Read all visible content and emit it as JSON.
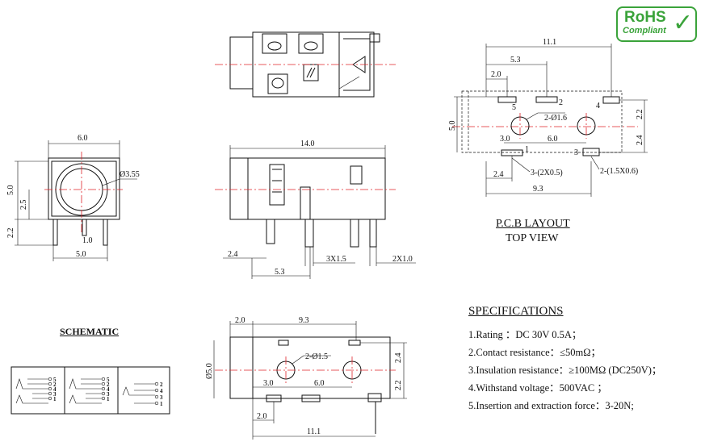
{
  "badge": {
    "main": "RoHS",
    "sub": "Compliant"
  },
  "front_view": {
    "width": "6.0",
    "diameter": "Ø3.55",
    "height": "5.0",
    "center_height": "2.5",
    "pin_length": "2.2",
    "pin_width": "1.0",
    "base_width": "5.0"
  },
  "side_view": {
    "length": "14.0",
    "offset": "2.4",
    "pitch": "5.3",
    "pins_a": "3X1.5",
    "pins_b": "2X1.0"
  },
  "pcb": {
    "total_width": "11.1",
    "dim_5_3": "5.3",
    "dim_2_0": "2.0",
    "height": "5.0",
    "dim_2_2": "2.2",
    "dim_2_4": "2.4",
    "dim_3_0": "3.0",
    "dim_6_0": "6.0",
    "dim_2_4b": "2.4",
    "dim_9_3": "9.3",
    "hole_note": "2-Ø1.6",
    "pad_note_a": "3-(2X0.5)",
    "pad_note_b": "2-(1.5X0.6)",
    "pin1": "1",
    "pin2": "2",
    "pin3": "3",
    "pin4": "4",
    "pin5": "5",
    "title": "P.C.B LAYOUT",
    "subtitle": "TOP VIEW"
  },
  "bottom_view": {
    "dim_2_0": "2.0",
    "dim_9_3": "9.3",
    "hole_note": "2-Ø1.5",
    "diameter": "Ø5.0",
    "dim_2_4": "2.4",
    "dim_2_2": "2.2",
    "dim_3_0": "3.0",
    "dim_6_0": "6.0",
    "dim_2_0b": "2.0",
    "dim_11_1": "11.1"
  },
  "schematic": {
    "title": "SCHEMATIC",
    "boxes": [
      {
        "pins": [
          "5",
          "2",
          "4",
          "3",
          "1"
        ]
      },
      {
        "pins": [
          "5",
          "2",
          "4",
          "3",
          "1"
        ]
      },
      {
        "pins": [
          "2",
          "4",
          "3",
          "1"
        ]
      }
    ]
  },
  "specifications": {
    "title": "SPECIFICATIONS",
    "items": [
      "1.Rating ：DC 30V 0.5A；",
      "2.Contact resistance：≤50mΩ；",
      "3.Insulation resistance：≥100MΩ (DC250V)；",
      "4.Withstand voltage：500VAC ；",
      "5.Insertion and extraction force：3-20N;"
    ]
  }
}
